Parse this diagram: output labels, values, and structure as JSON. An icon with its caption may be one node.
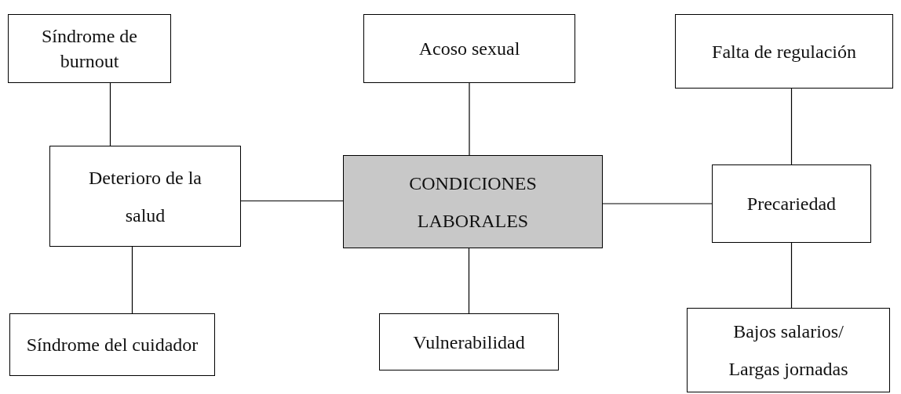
{
  "diagram": {
    "nodes": [
      {
        "text": [
          "Síndrome de burnout"
        ]
      },
      {
        "text": [
          "Acoso sexual"
        ]
      },
      {
        "text": [
          "Falta de regulación"
        ]
      },
      {
        "text": [
          "Deterioro de la salud"
        ]
      },
      {
        "text": [
          "CONDICIONES LABORALES"
        ]
      },
      {
        "text": [
          "Precariedad"
        ]
      },
      {
        "text": [
          "Síndrome del cuidador"
        ]
      },
      {
        "text": [
          "Vulnerabilidad"
        ]
      },
      {
        "text": [
          "Bajos salarios/ Largas jornadas"
        ]
      }
    ],
    "edges": [
      {
        "from": 0,
        "to": 3,
        "arrow": "none"
      },
      {
        "from": 1,
        "to": 4,
        "arrow": "none"
      },
      {
        "from": 2,
        "to": 5,
        "arrow": "none"
      },
      {
        "from": 3,
        "to": 4,
        "arrow": "none"
      },
      {
        "from": 4,
        "to": 5,
        "arrow": "none"
      },
      {
        "from": 3,
        "to": 6,
        "arrow": "none"
      },
      {
        "from": 4,
        "to": 7,
        "arrow": "none"
      },
      {
        "from": 5,
        "to": 8,
        "arrow": "none"
      }
    ]
  }
}
